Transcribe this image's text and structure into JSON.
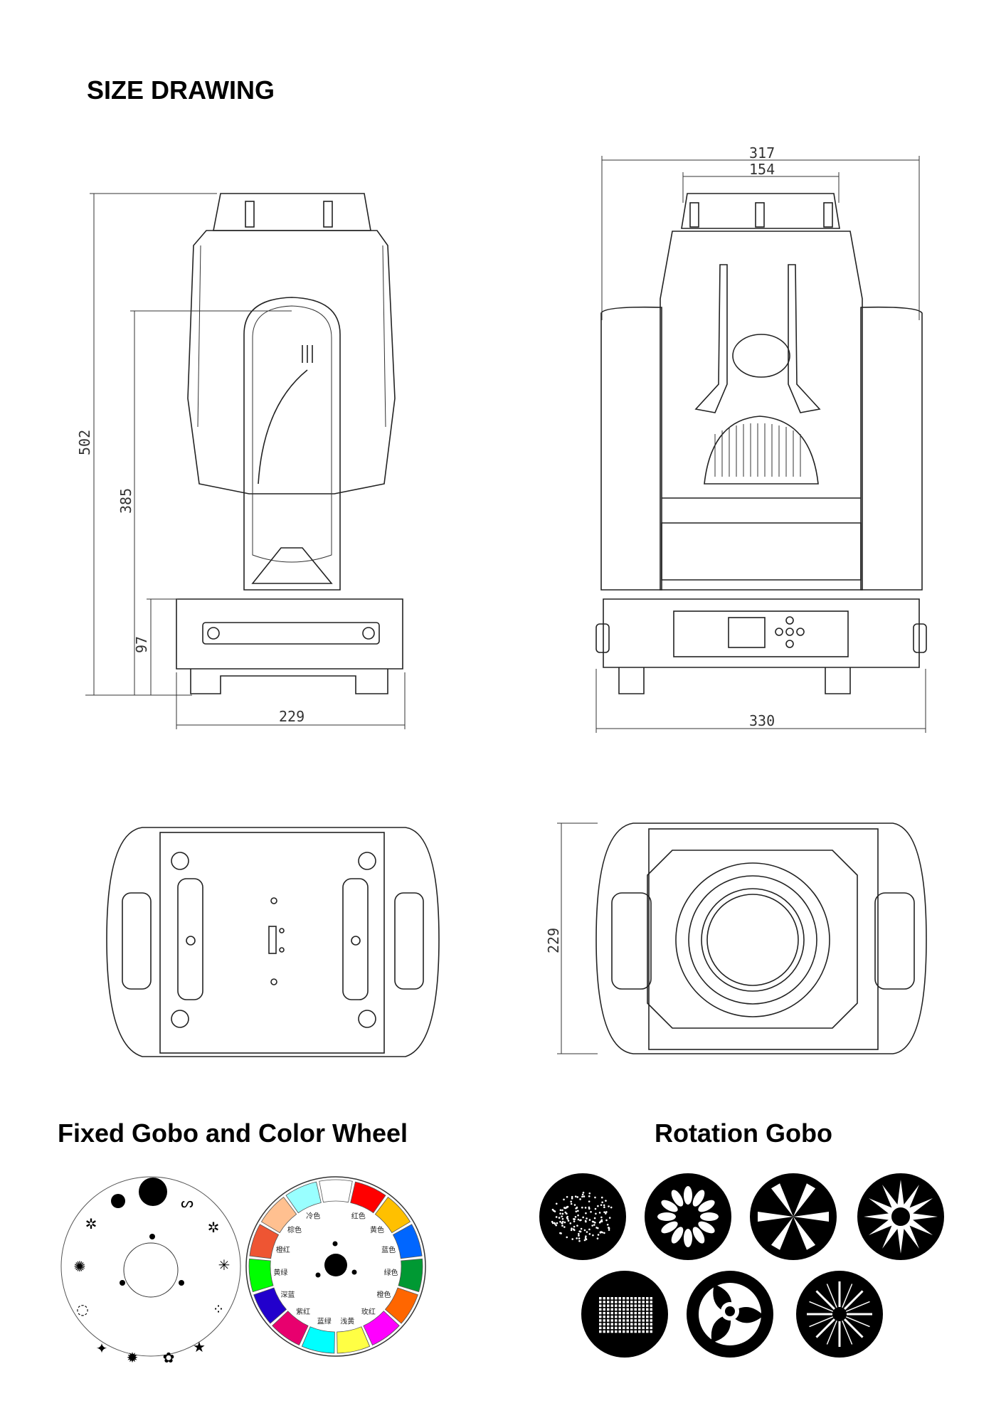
{
  "title": "SIZE DRAWING",
  "dimensions": {
    "side_height_total": "502",
    "side_height_arm": "385",
    "side_height_base": "97",
    "side_width": "229",
    "front_width_total": "317",
    "front_width_cap": "154",
    "front_width_base": "330",
    "lens_view_height": "229"
  },
  "sections": {
    "fixed_gobo_title": "Fixed Gobo and Color Wheel",
    "rotation_gobo_title": "Rotation Gobo"
  },
  "color_wheel": {
    "segments": [
      {
        "color": "#ffffff",
        "label": ""
      },
      {
        "color": "#ff0000",
        "label": "红色"
      },
      {
        "color": "#ffc000",
        "label": "黄色"
      },
      {
        "color": "#0066ff",
        "label": "蓝色"
      },
      {
        "color": "#009933",
        "label": "绿色"
      },
      {
        "color": "#ff6600",
        "label": "橙色"
      },
      {
        "color": "#ff00ff",
        "label": "玫红"
      },
      {
        "color": "#ffff44",
        "label": "浅黄"
      },
      {
        "color": "#00ffff",
        "label": "蓝绿"
      },
      {
        "color": "#e8006e",
        "label": "紫红"
      },
      {
        "color": "#2200cc",
        "label": "深蓝"
      },
      {
        "color": "#00ff00",
        "label": "黄绿"
      },
      {
        "color": "#ee5533",
        "label": "橙红"
      },
      {
        "color": "#ffc090",
        "label": "棕色"
      },
      {
        "color": "#99ffff",
        "label": "冷色"
      }
    ]
  },
  "rotation_gobos": [
    "dots-scatter",
    "petal-ring",
    "bars-star",
    "star-burst",
    "grid",
    "three-hooks",
    "radial-lines"
  ]
}
